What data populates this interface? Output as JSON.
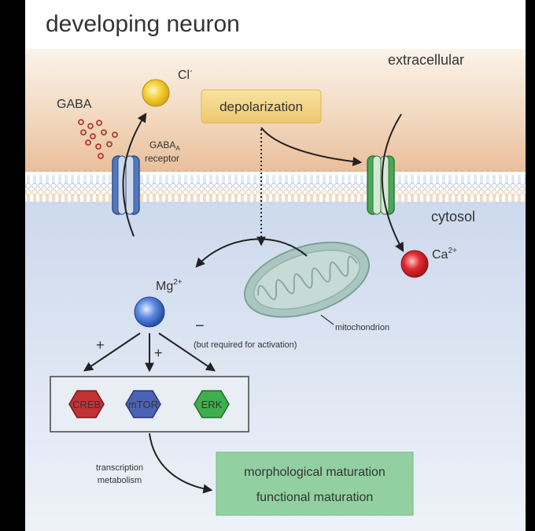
{
  "title": "developing neuron",
  "regions": {
    "extracellular": "extracellular",
    "cytosol": "cytosol"
  },
  "labels": {
    "gaba": "GABA",
    "cl": "Cl",
    "cl_sup": "-",
    "gaba_a_receptor_line1": "GABA",
    "gaba_a_receptor_sub": "A",
    "gaba_a_receptor_line2": "receptor",
    "depolarization": "depolarization",
    "ca": "Ca",
    "ca_sup": "2+",
    "mg": "Mg",
    "mg_sup": "2+",
    "mitochondrion": "mitochondrion",
    "plus_left": "+",
    "plus_mid": "+",
    "minus": "−",
    "required_note": "(but required for activation)",
    "creb": "CREB",
    "mtor": "mTOR",
    "erk": "ERK",
    "transcription": "transcription",
    "metabolism": "metabolism",
    "morphological": "morphological maturation",
    "functional": "functional maturation"
  },
  "colors": {
    "extracellular_bg": "#f1d9c2",
    "cytosol_bg": "#dfe6f2",
    "depolarization_box": "#f3d58a",
    "maturation_box": "#92d0a2",
    "cl_ion": "#f0c92b",
    "ca_ion": "#d9252d",
    "mg_ion": "#3c6ec4",
    "creb": "#c33235",
    "mtor": "#4b63b5",
    "erk": "#3fae4d",
    "gaba_channel": "#4f79c0",
    "ca_channel": "#4ca65a",
    "mitochondrion": "#a9c7c0"
  }
}
